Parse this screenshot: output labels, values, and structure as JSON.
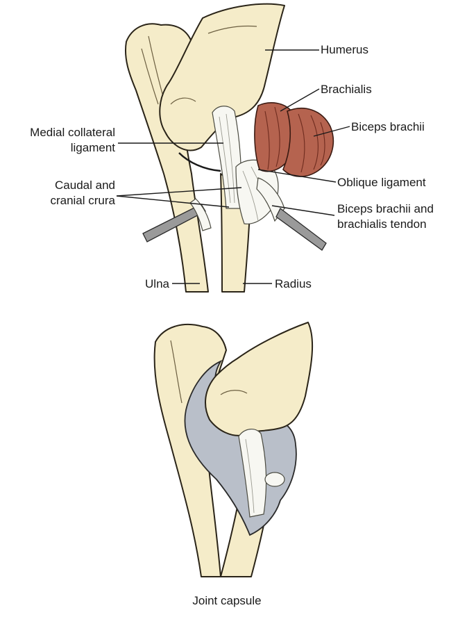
{
  "labels": {
    "humerus": "Humerus",
    "brachialis": "Brachialis",
    "biceps_brachii": "Biceps brachii",
    "medial_collateral_line1": "Medial collateral",
    "medial_collateral_line2": "ligament",
    "crura_line1": "Caudal and",
    "crura_line2": "cranial crura",
    "oblique_ligament": "Oblique ligament",
    "tendon_line1": "Biceps brachii and",
    "tendon_line2": "brachialis tendon",
    "ulna": "Ulna",
    "radius": "Radius",
    "joint_capsule": "Joint capsule"
  }
}
